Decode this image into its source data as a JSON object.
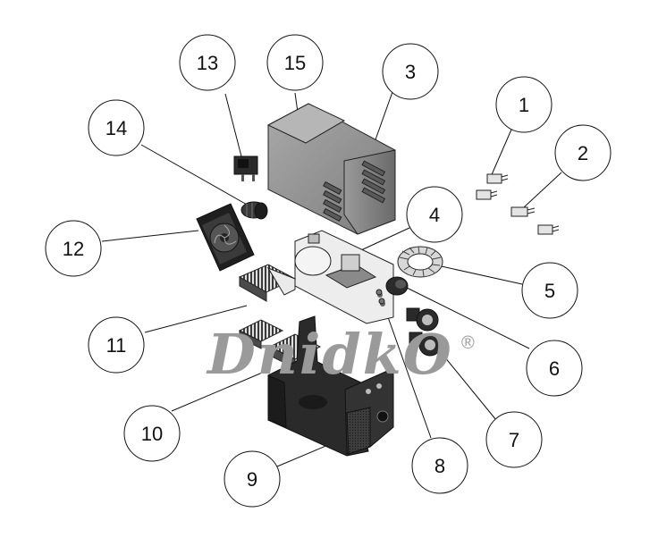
{
  "diagram": {
    "callouts": [
      {
        "id": "1",
        "label": "1"
      },
      {
        "id": "2",
        "label": "2"
      },
      {
        "id": "3",
        "label": "3"
      },
      {
        "id": "4",
        "label": "4"
      },
      {
        "id": "5",
        "label": "5"
      },
      {
        "id": "6",
        "label": "6"
      },
      {
        "id": "7",
        "label": "7"
      },
      {
        "id": "8",
        "label": "8"
      },
      {
        "id": "9",
        "label": "9"
      },
      {
        "id": "10",
        "label": "10"
      },
      {
        "id": "11",
        "label": "11"
      },
      {
        "id": "12",
        "label": "12"
      },
      {
        "id": "13",
        "label": "13"
      },
      {
        "id": "14",
        "label": "14"
      },
      {
        "id": "15",
        "label": "15"
      }
    ],
    "watermark": {
      "text": "DnidkO",
      "mark": "®",
      "color": "#9a9a9a"
    },
    "colors": {
      "part_dark": "#2b2b2b",
      "part_mid": "#8c8c8c",
      "part_light": "#d6d6d6",
      "line": "#111111"
    }
  }
}
